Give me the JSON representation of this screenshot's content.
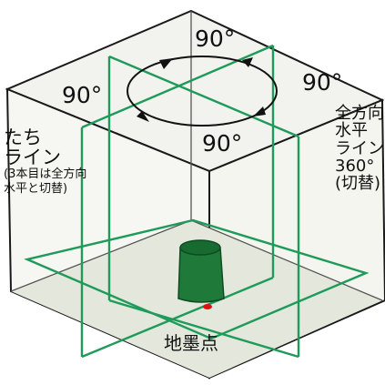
{
  "diagram": {
    "angle_labels": {
      "top": "90°",
      "left": "90°",
      "right": "90°",
      "front": "90°"
    },
    "vertical_lines": {
      "line1": "たち",
      "line2": "ライン",
      "note1": "(3本目は全方向",
      "note2": "水平と切替)"
    },
    "horizontal_lines": {
      "line1": "全方向",
      "line2": "水平",
      "line3": "ライン",
      "line4": "360°",
      "line5": "(切替)"
    },
    "ground_point": "地墨点",
    "colors": {
      "laser": "#1e9a5a",
      "device": "#1f7a3a",
      "dot": "#e01010",
      "floor": "#e4e8dc",
      "box_edge": "#1a1a1a"
    }
  }
}
